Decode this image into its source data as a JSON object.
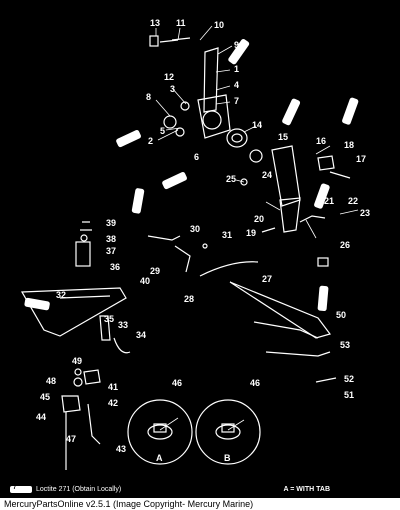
{
  "diagram": {
    "callouts": [
      "13",
      "11",
      "10",
      "9",
      "12",
      "1",
      "2",
      "3",
      "4",
      "5",
      "6",
      "7",
      "8",
      "14",
      "15",
      "16",
      "17",
      "18",
      "19",
      "20",
      "21",
      "22",
      "23",
      "24",
      "25",
      "26",
      "27",
      "28",
      "29",
      "30",
      "31",
      "32",
      "33",
      "34",
      "35",
      "36",
      "37",
      "38",
      "39",
      "40",
      "41",
      "42",
      "43",
      "44",
      "45",
      "46",
      "46",
      "47",
      "48",
      "49",
      "50",
      "51",
      "52",
      "53"
    ],
    "detail_labels": [
      "A",
      "B"
    ],
    "bottle_label": "7"
  },
  "legend": {
    "loctite_text": "Loctite 271 (Obtain Locally)",
    "tab_text": "A = WITH TAB"
  },
  "footer": {
    "text": "MercuryPartsOnline v2.5.1 (Image Copyright- Mercury Marine)"
  }
}
